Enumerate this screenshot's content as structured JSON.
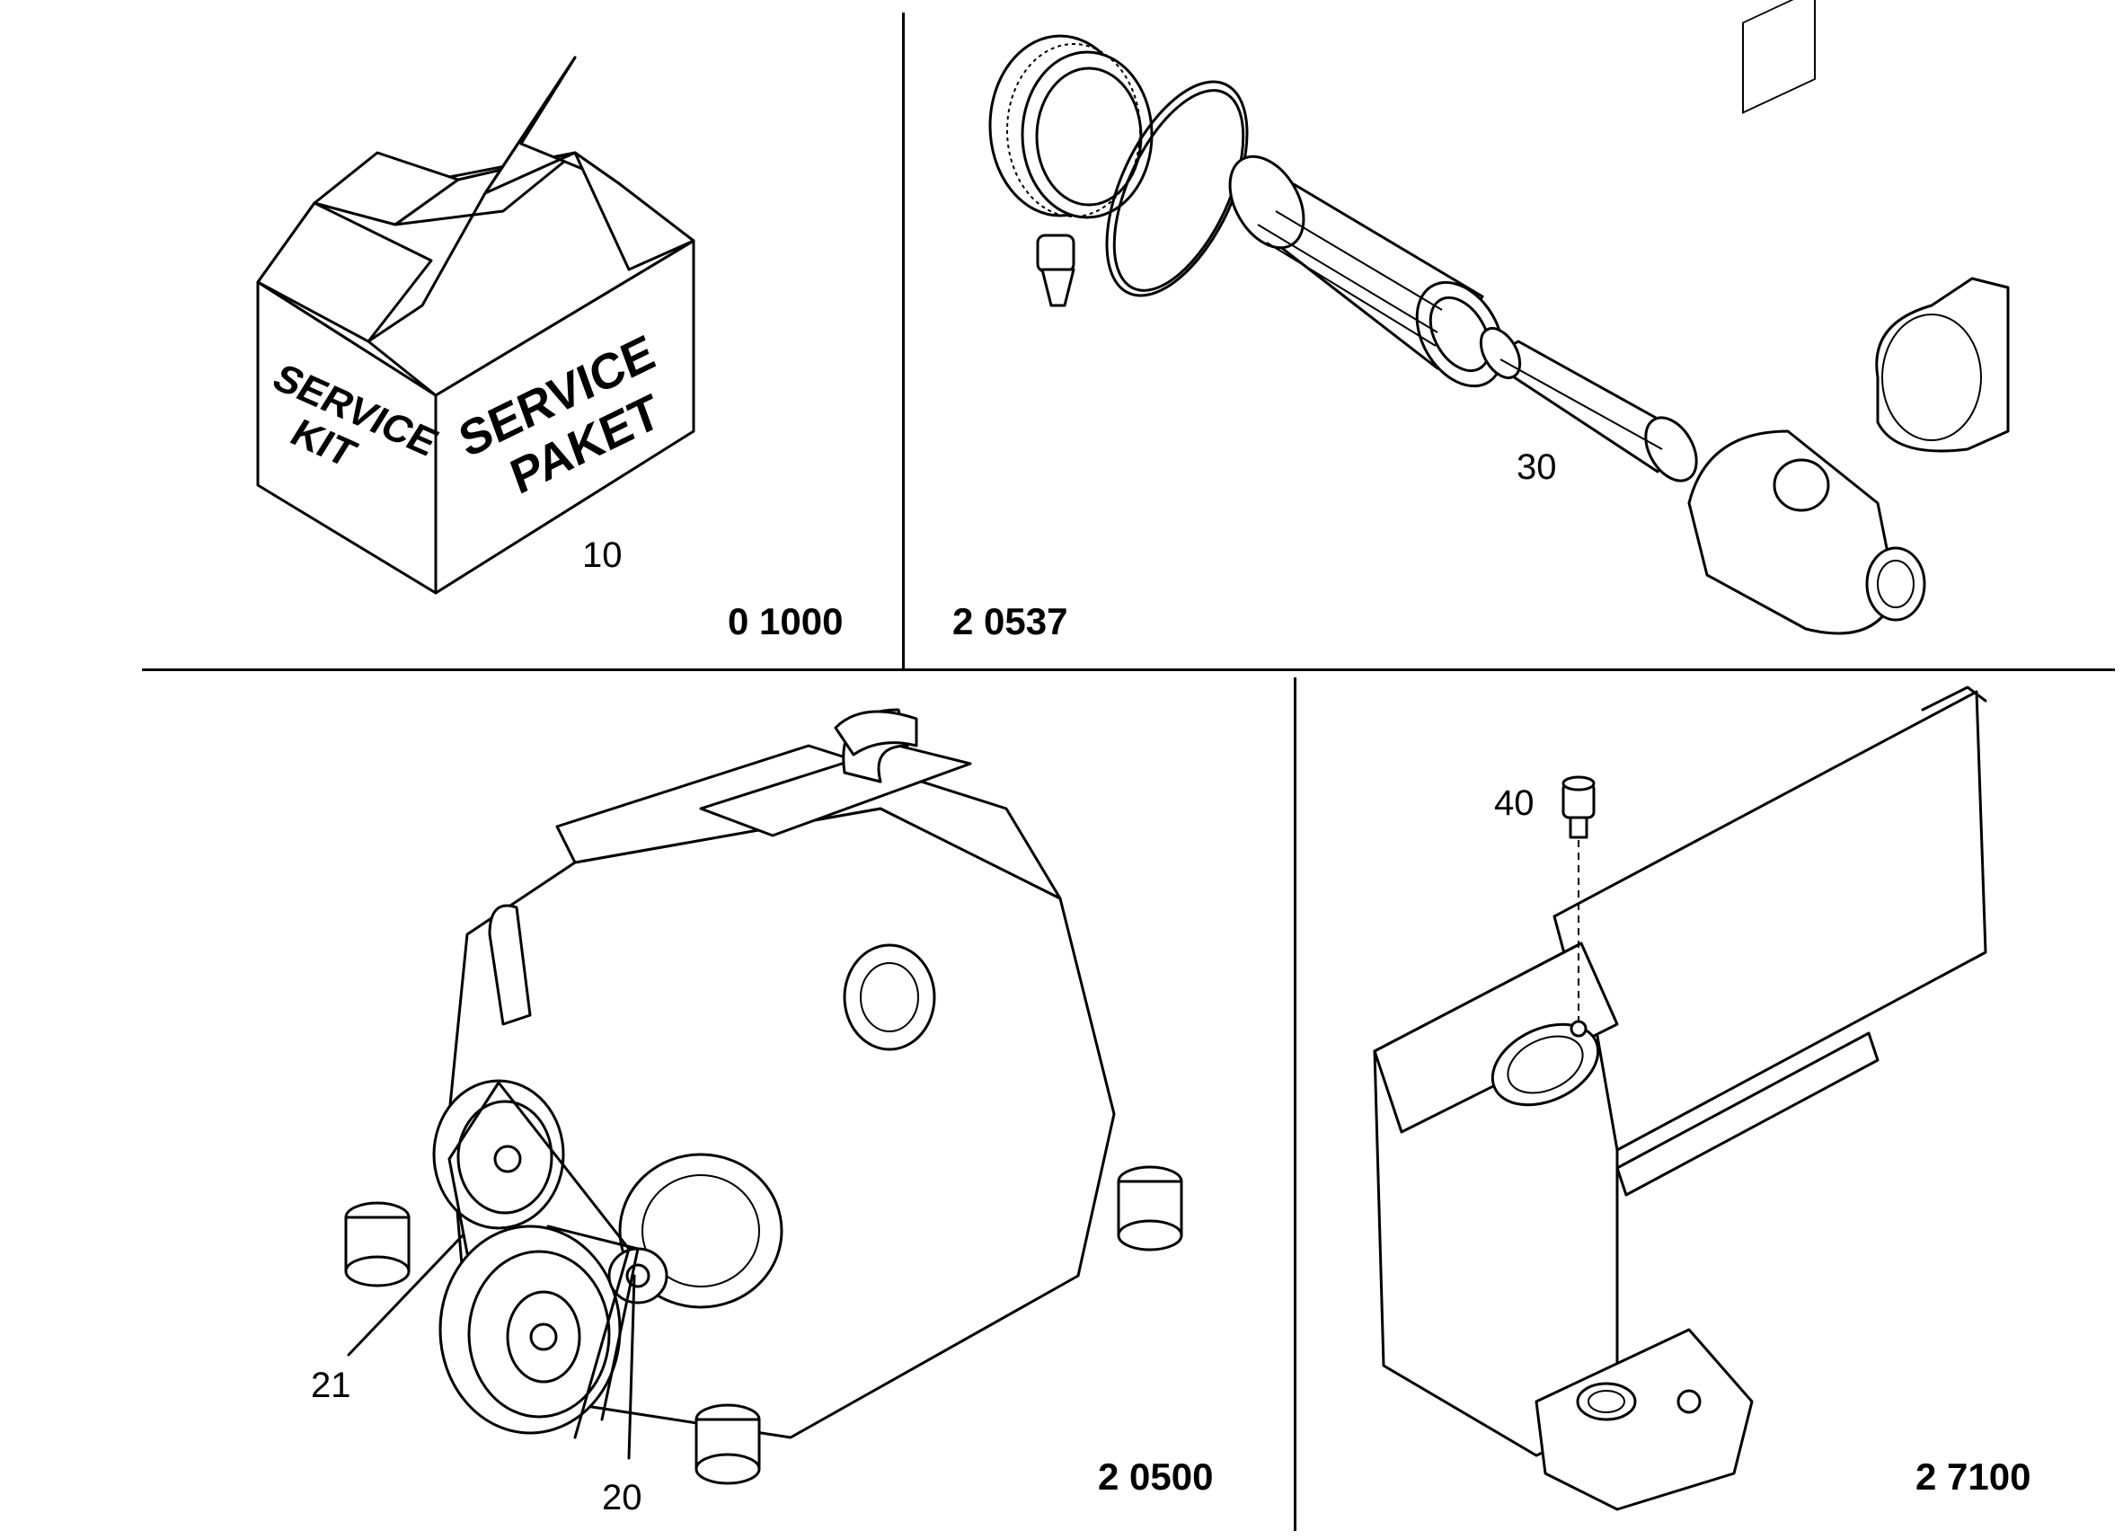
{
  "panels": [
    {
      "id": "service-kit",
      "group_code": "0 1000",
      "callouts": [
        "10"
      ],
      "box_text_side": [
        "SERVICE",
        "KIT"
      ],
      "box_text_front": [
        "SERVICE",
        "PAKET"
      ]
    },
    {
      "id": "air-filter",
      "group_code": "2 0537",
      "callouts": [
        "30"
      ]
    },
    {
      "id": "engine",
      "group_code": "2 0500",
      "callouts": [
        "21",
        "20"
      ]
    },
    {
      "id": "tank",
      "group_code": "2 7100",
      "callouts": [
        "40"
      ]
    }
  ]
}
